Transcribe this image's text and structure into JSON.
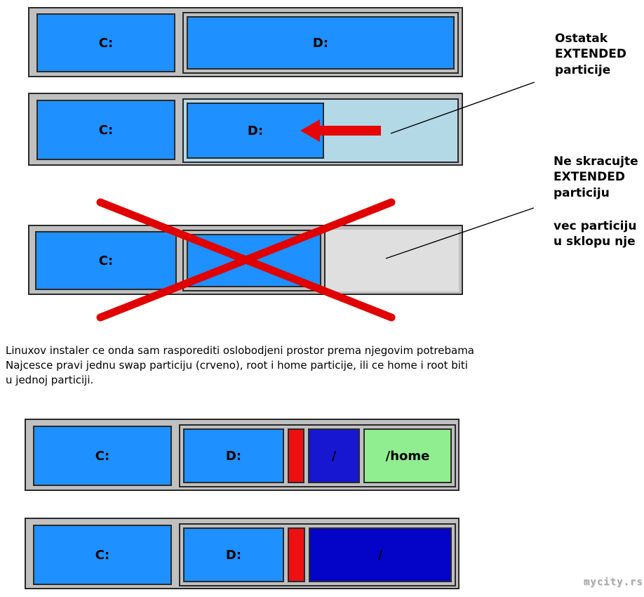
{
  "diagram": {
    "row1": {
      "c": "C:",
      "d": "D:"
    },
    "row2": {
      "c": "C:",
      "d": "D:"
    },
    "row3": {
      "c": "C:"
    },
    "row4": {
      "c": "C:",
      "d": "D:",
      "root": "/",
      "home": "/home"
    },
    "row5": {
      "c": "C:",
      "d": "D:",
      "root": "/"
    }
  },
  "annotations": {
    "ostatak": "Ostatak\nEXTENDED\nparticije",
    "ne_skracujte": "Ne skracujte\nEXTENDED\nparticiju",
    "vec_particiju": "vec particiju\nu sklopu nje"
  },
  "paragraph": "Linuxov instaler ce onda sam rasporediti oslobodjeni prostor prema njegovim potrebama\nNajcesce pravi jednu swap particiju (crveno), root i home particije, ili ce home i root biti\nu jednoj particiji.",
  "watermark": "mycity.rs",
  "colors": {
    "partition_blue": "#1e90ff",
    "extended_free_lightblue": "#b4d9e6",
    "unallocated_gray": "#dfdfdf",
    "container_silver": "#c0c0c0",
    "swap_red": "#ee1010",
    "root_blue": "#1717d2",
    "root_deep_blue": "#0404c8",
    "home_green": "#90ee90",
    "cross_red": "#e00000",
    "arrow_red": "#e60606"
  }
}
